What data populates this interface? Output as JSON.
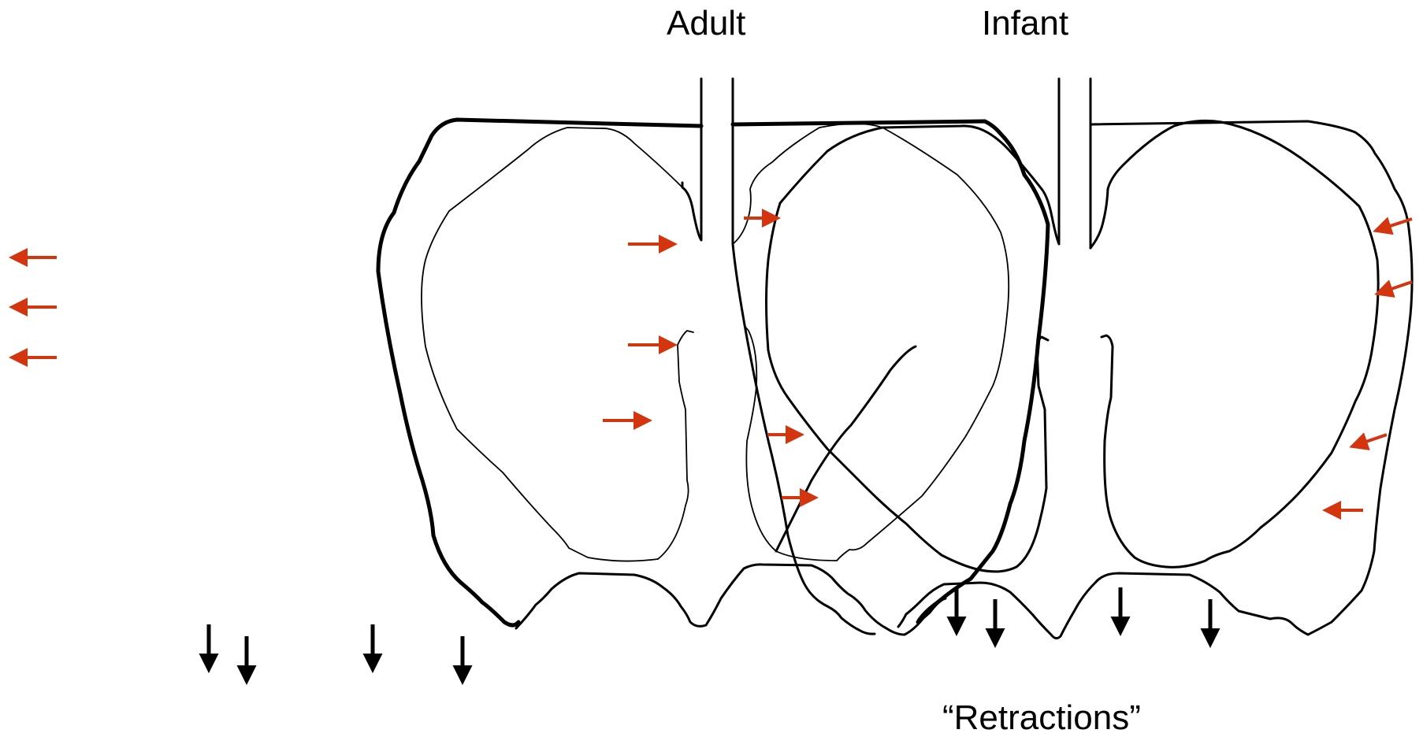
{
  "labels": {
    "adult": "Adult",
    "infant": "Infant",
    "retractions": "“Retractions”"
  },
  "colors": {
    "outline": "#000000",
    "arrow_red": "#d3350f",
    "arrow_black": "#000000",
    "background": "#ffffff"
  },
  "icons": {
    "red_arrow": "arrow-icon",
    "black_arrow": "down-arrow-icon"
  }
}
